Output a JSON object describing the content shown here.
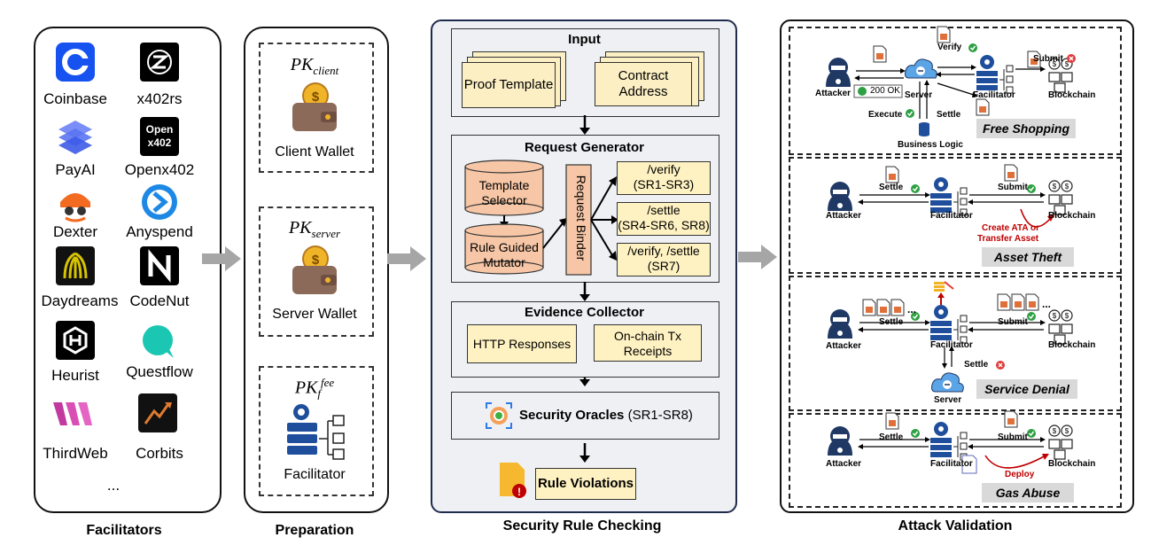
{
  "captions": {
    "facilitators": "Facilitators",
    "preparation": "Preparation",
    "security": "Security Rule Checking",
    "attack": "Attack Validation"
  },
  "facilitators": [
    {
      "name": "Coinbase",
      "icon": "coinbase-logo",
      "color": "#1652f0"
    },
    {
      "name": "x402rs",
      "icon": "x402rs-logo",
      "color": "#000000"
    },
    {
      "name": "PayAI",
      "icon": "payai-logo",
      "color": "#4a6cf7"
    },
    {
      "name": "Openx402",
      "icon": "openx402-logo",
      "color": "#000000",
      "logo_text": [
        "Open",
        "x402"
      ]
    },
    {
      "name": "Dexter",
      "icon": "dexter-logo",
      "color": "#f26b21"
    },
    {
      "name": "Anyspend",
      "icon": "anyspend-logo",
      "color": "#1e88e5"
    },
    {
      "name": "Daydreams",
      "icon": "daydreams-logo",
      "color": "#c7b800"
    },
    {
      "name": "CodeNut",
      "icon": "codenut-logo",
      "color": "#000000"
    },
    {
      "name": "Heurist",
      "icon": "heurist-logo",
      "color": "#000000"
    },
    {
      "name": "Questflow",
      "icon": "questflow-logo",
      "color": "#1bc7b2"
    },
    {
      "name": "ThirdWeb",
      "icon": "thirdweb-logo",
      "color": "#d63aa8"
    },
    {
      "name": "Corbits",
      "icon": "corbits-logo",
      "color": "#e07a2e"
    }
  ],
  "facilitators_more": "...",
  "preparation": {
    "client": {
      "key": "PK",
      "sub": "client",
      "label": "Client Wallet"
    },
    "server": {
      "key": "PK",
      "sub": "server",
      "label": "Server Wallet"
    },
    "fee": {
      "key": "PK",
      "sub": "f",
      "sup": "fee",
      "label": "Facilitator"
    }
  },
  "security": {
    "input": {
      "title": "Input",
      "docs": [
        "Proof Template",
        "Contract Address"
      ]
    },
    "generator": {
      "title": "Request Generator",
      "selector": "Template Selector",
      "mutator": "Rule Guided Mutator",
      "binder": "Request Binder",
      "requests": [
        {
          "line1": "/verify",
          "line2": "(SR1-SR3)"
        },
        {
          "line1": "/settle",
          "line2": "(SR4-SR6, SR8)"
        },
        {
          "line1": "/verify, /settle",
          "line2": "(SR7)"
        }
      ]
    },
    "evidence": {
      "title": "Evidence Collector",
      "items": [
        "HTTP Responses",
        "On-chain Tx Receipts"
      ]
    },
    "oracles": {
      "bold": "Security Oracles",
      "rest": " (SR1-SR8)"
    },
    "violations": "Rule Violations"
  },
  "attacks": {
    "free_shopping": {
      "title": "Free Shopping",
      "attacker": "Attacker",
      "server": "Server",
      "facilitator": "Facilitator",
      "blockchain": "Blockchain",
      "verify": "Verify",
      "submit": "Submit",
      "ok": "200 OK",
      "execute": "Execute",
      "settle": "Settle",
      "logic": "Business Logic"
    },
    "asset_theft": {
      "title": "Asset Theft",
      "attacker": "Attacker",
      "facilitator": "Facilitator",
      "blockchain": "Blockchain",
      "settle": "Settle",
      "submit": "Submit",
      "note1": "Create ATA or",
      "note2": "Transfer Asset"
    },
    "service_denial": {
      "title": "Service Denial",
      "attacker": "Attacker",
      "facilitator": "Facilitator",
      "blockchain": "Blockchain",
      "server": "Server",
      "settle": "Settle",
      "submit": "Submit",
      "settle2": "Settle",
      "dots": "..."
    },
    "gas_abuse": {
      "title": "Gas Abuse",
      "attacker": "Attacker",
      "facilitator": "Facilitator",
      "blockchain": "Blockchain",
      "settle": "Settle",
      "submit": "Submit",
      "deploy": "Deploy"
    }
  },
  "colors": {
    "panel_gray": "#eef0f4",
    "doc_yellow": "#fbefc3",
    "cylinder": "#f6c6a6",
    "binder": "#f6c6a6",
    "navy": "#1f3864",
    "red": "#c00000",
    "green": "#2ea043",
    "arrow_gray": "#a6a6a6"
  }
}
